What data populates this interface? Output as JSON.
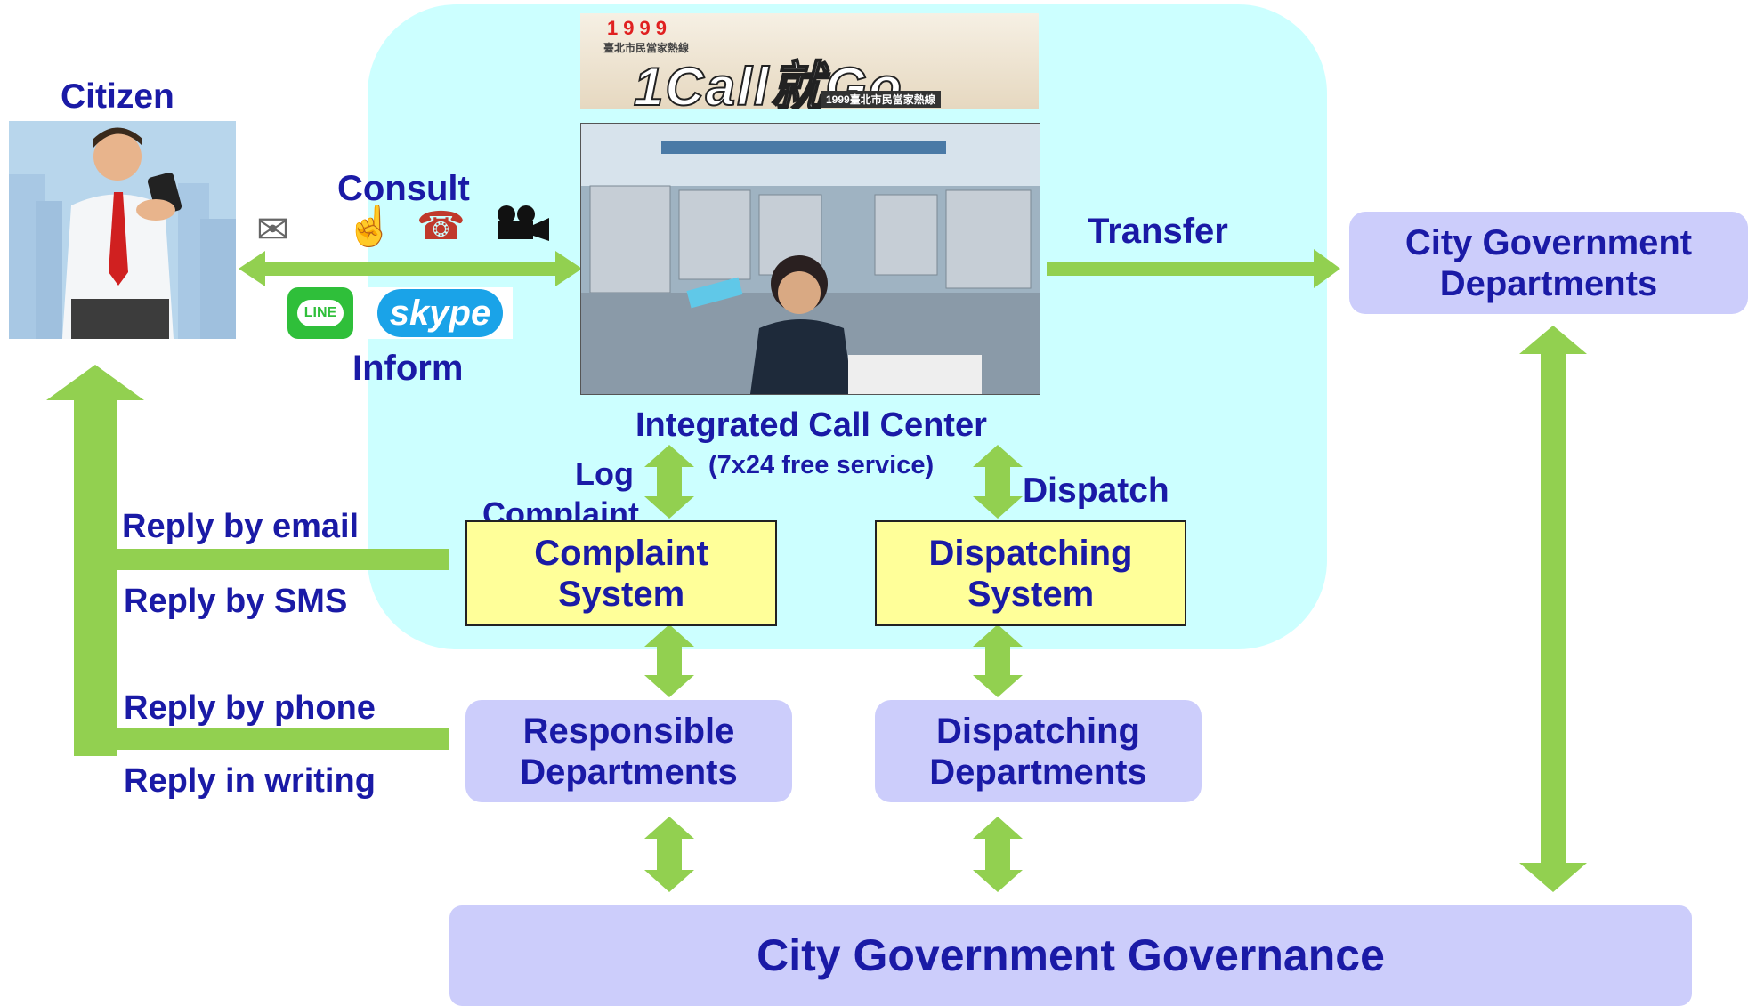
{
  "citizen": {
    "label": "Citizen"
  },
  "channels": {
    "consult_label": "Consult",
    "inform_label": "Inform",
    "line_badge": "LINE",
    "skype_badge": "skype"
  },
  "banner": {
    "hotline_number": "1999",
    "slogan": "1Call就Go",
    "subtitle": "臺北市民當家熱線",
    "small_text": "1999臺北市民當家熱線"
  },
  "call_center": {
    "title": "Integrated Call Center",
    "subtitle": "(7x24 free service)"
  },
  "transfer_label": "Transfer",
  "city_gov_departments": {
    "line1": "City Government",
    "line2": "Departments"
  },
  "log_complaint": {
    "line1": "Log",
    "line2": "Complaint"
  },
  "dispatch_label": "Dispatch",
  "complaint_system": {
    "line1": "Complaint",
    "line2": "System"
  },
  "dispatching_system": {
    "line1": "Dispatching",
    "line2": "System"
  },
  "replies": {
    "email": "Reply by email",
    "sms": "Reply by SMS",
    "phone": "Reply by phone",
    "writing": "Reply in writing"
  },
  "responsible_departments": {
    "line1": "Responsible",
    "line2": "Departments"
  },
  "dispatching_departments": {
    "line1": "Dispatching",
    "line2": "Departments"
  },
  "governance": {
    "label": "City Government Governance"
  },
  "colors": {
    "text": "#1a1aa6",
    "arrow": "#92d050",
    "panel": "#ccffff",
    "purple_box": "#cccdfb",
    "yellow_box": "#ffff99"
  }
}
